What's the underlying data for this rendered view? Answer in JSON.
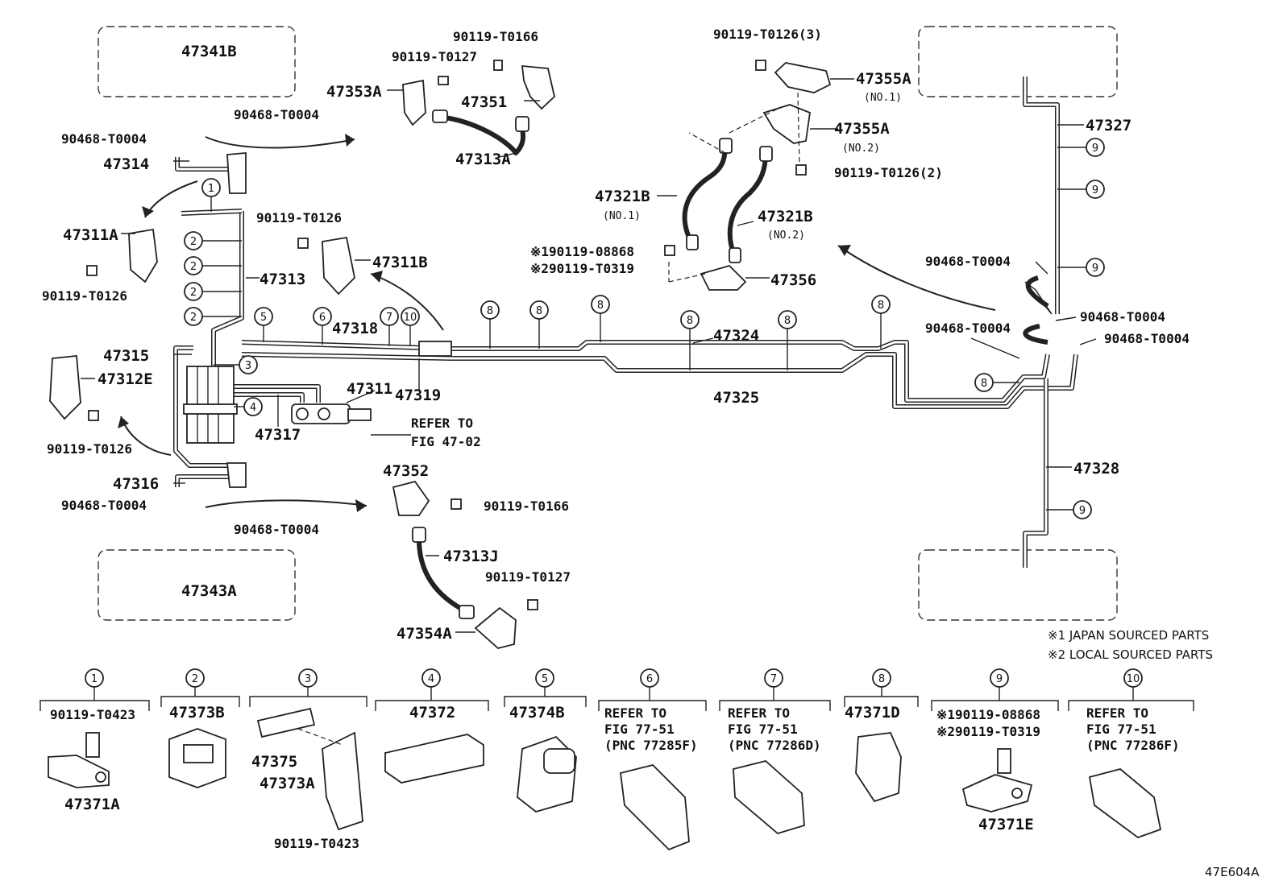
{
  "diagram_id": "47E604A",
  "notes": [
    "※1 JAPAN SOURCED PARTS",
    "※2 LOCAL SOURCED PARTS"
  ],
  "parts": {
    "p47341B": "47341B",
    "p47343A": "47343A",
    "p47353A": "47353A",
    "p47351": "47351",
    "p47313A": "47313A",
    "p47314": "47314",
    "p47311A": "47311A",
    "p47311B": "47311B",
    "p47313": "47313",
    "p47315": "47315",
    "p47312E": "47312E",
    "p47318": "47318",
    "p47319": "47319",
    "p47311": "47311",
    "p47317": "47317",
    "p47316": "47316",
    "p47352": "47352",
    "p47313J": "47313J",
    "p47354A": "47354A",
    "p47355A_1": "47355A",
    "p47355A_1_sub": "(NO.1)",
    "p47355A_2": "47355A",
    "p47355A_2_sub": "(NO.2)",
    "p47321B_1": "47321B",
    "p47321B_1_sub": "(NO.1)",
    "p47321B_2": "47321B",
    "p47321B_2_sub": "(NO.2)",
    "p47356": "47356",
    "p47324": "47324",
    "p47325": "47325",
    "p47327": "47327",
    "p47328": "47328"
  },
  "fasteners": {
    "f0166_top": "90119-T0166",
    "f0127_top": "90119-T0127",
    "f0004_a": "90468-T0004",
    "f0004_b": "90468-T0004",
    "f0126_a": "90119-T0126",
    "f0126_b": "90119-T0126",
    "f0126_c": "90119-T0126",
    "f0004_c": "90468-T0004",
    "f0004_d": "90468-T0004",
    "f0166_bot": "90119-T0166",
    "f0127_bot": "90119-T0127",
    "f0126_3": "90119-T0126(3)",
    "f0126_2": "90119-T0126(2)",
    "f08868": "※190119-08868",
    "fT0319": "※290119-T0319",
    "f0004_r1": "90468-T0004",
    "f0004_r2": "90468-T0004",
    "f0004_r3": "90468-T0004",
    "f0004_r4": "90468-T0004"
  },
  "refer": {
    "main_1": "REFER TO",
    "main_2": "FIG 47-02"
  },
  "callouts": [
    "1",
    "2",
    "2",
    "2",
    "2",
    "5",
    "3",
    "4",
    "6",
    "7",
    "10",
    "8",
    "8",
    "8",
    "8",
    "8",
    "8",
    "8",
    "9",
    "9",
    "9",
    "9"
  ],
  "legend": [
    {
      "num": "1",
      "lines": [
        "90119-T0423"
      ],
      "parts": [
        "47371A"
      ]
    },
    {
      "num": "2",
      "lines": [
        "47373B"
      ],
      "parts": []
    },
    {
      "num": "3",
      "lines": [],
      "parts": [
        "47375",
        "47373A",
        "90119-T0423"
      ]
    },
    {
      "num": "4",
      "lines": [
        "47372"
      ],
      "parts": []
    },
    {
      "num": "5",
      "lines": [
        "47374B"
      ],
      "parts": []
    },
    {
      "num": "6",
      "lines": [
        "REFER TO",
        "FIG 77-51",
        "(PNC 77285F)"
      ],
      "parts": []
    },
    {
      "num": "7",
      "lines": [
        "REFER TO",
        "FIG 77-51",
        "(PNC 77286D)"
      ],
      "parts": []
    },
    {
      "num": "8",
      "lines": [
        "47371D"
      ],
      "parts": []
    },
    {
      "num": "9",
      "lines": [
        "※190119-08868",
        "※290119-T0319"
      ],
      "parts": [
        "47371E"
      ]
    },
    {
      "num": "10",
      "lines": [
        "REFER TO",
        "FIG 77-51",
        "(PNC 77286F)"
      ],
      "parts": []
    }
  ]
}
